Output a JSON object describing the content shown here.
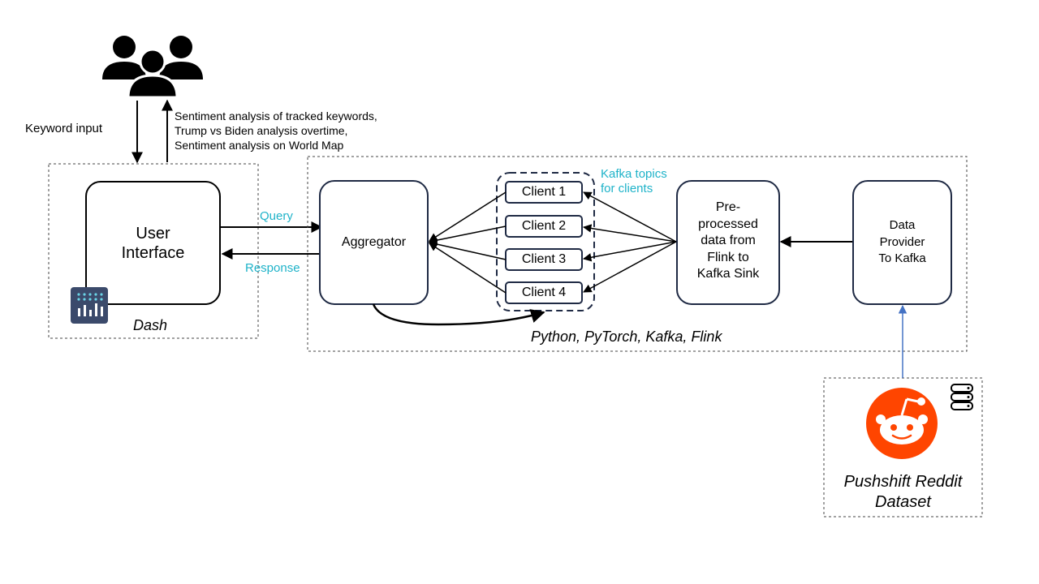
{
  "users": {
    "icon": "users-group-icon"
  },
  "user_links": {
    "input_label": "Keyword input",
    "output_lines": [
      "Sentiment analysis of tracked keywords,",
      "Trump vs Biden analysis overtime,",
      "Sentiment analysis on World Map"
    ]
  },
  "dash_group": {
    "caption": "Dash",
    "box_lines": [
      "User",
      "Interface"
    ],
    "logo_icon": "plotly-dash-logo-icon"
  },
  "links": {
    "query": "Query",
    "response": "Response"
  },
  "pipeline_group": {
    "caption": "Python, PyTorch, Kafka, Flink",
    "aggregator": "Aggregator",
    "kafka_topics_lines": [
      "Kafka topics",
      "for clients"
    ],
    "clients": [
      "Client 1",
      "Client 2",
      "Client 3",
      "Client 4"
    ],
    "preprocessed_lines": [
      "Pre-",
      "processed",
      "data from",
      "Flink to",
      "Kafka Sink"
    ],
    "provider_lines": [
      "Data",
      "Provider",
      "To Kafka"
    ]
  },
  "reddit_group": {
    "caption_lines": [
      "Pushshift Reddit",
      "Dataset"
    ],
    "logo_icon": "reddit-logo-icon",
    "db_icon": "database-icon"
  },
  "colors": {
    "accent_teal": "#1fb3c9",
    "box_border": "#1f2a44",
    "dash_logo_bg": "#3b4a6b",
    "reddit_orange": "#ff4500",
    "reddit_link": "#4472c4"
  }
}
